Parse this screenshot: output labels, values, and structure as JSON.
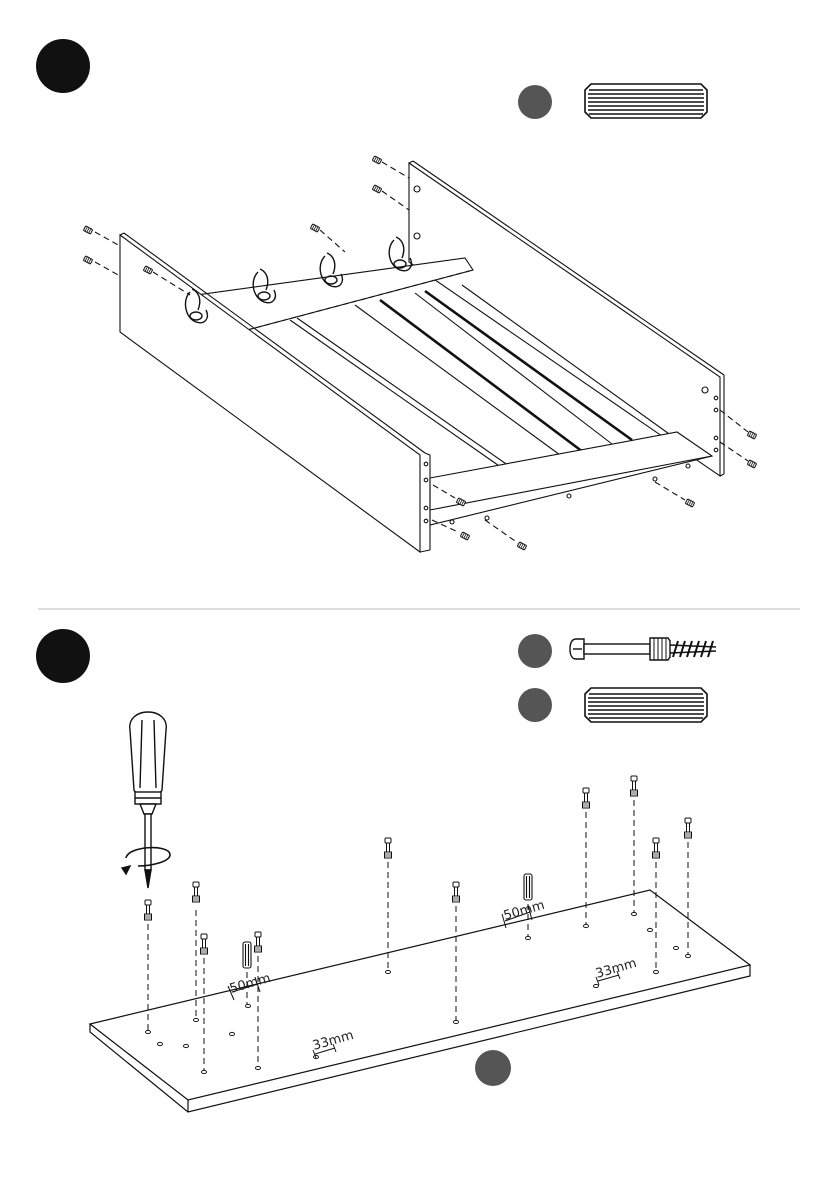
{
  "step1": {
    "badge": "",
    "part_badge": "",
    "part_icon": "wooden-dowel-icon"
  },
  "step2": {
    "badge": "",
    "part_badges": [
      "",
      ""
    ],
    "part_icons": [
      "cam-bolt-icon",
      "wooden-dowel-icon"
    ],
    "panel_badge": "",
    "dimensions": [
      "50mm",
      "33mm",
      "50mm",
      "33mm"
    ]
  }
}
